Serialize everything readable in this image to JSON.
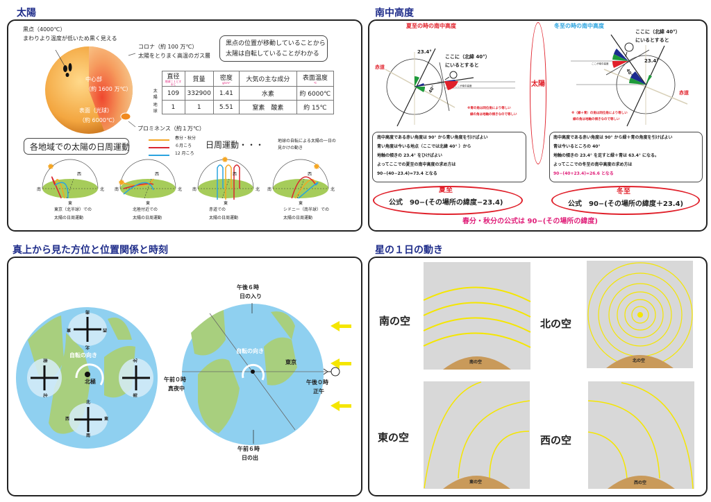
{
  "sun": {
    "title": "太陽",
    "sunspot_label": "黒点（4000℃）",
    "sunspot_desc": "まわりより温度が低いため黒く見える",
    "corona_label": "コロナ（約 100 万℃）",
    "corona_desc": "太陽をとりまく高温のガス層",
    "core_label": "中心部",
    "core_temp": "（約 1600 万℃）",
    "surface_label": "表面（光球）",
    "surface_temp": "（約 6000℃）",
    "prominence_label": "プロミネンス（約１万℃）",
    "rotation_note": [
      "黒点の位置が移動していることから",
      "太陽は自転していることがわかる"
    ],
    "table": {
      "headers": [
        "直径",
        "質量",
        "密度",
        "大気の主な成分",
        "表面温度"
      ],
      "header_notes": [
        "地球＝１とすると",
        "",
        "g/cm³",
        "",
        "℃"
      ],
      "rows": [
        {
          "label": "太陽",
          "cells": [
            "109",
            "332900",
            "1.41",
            "水素",
            "約 6000℃"
          ]
        },
        {
          "label": "地球",
          "cells": [
            "1",
            "1",
            "5.51",
            "窒素　酸素",
            "約 15℃"
          ]
        }
      ]
    },
    "diurnal_title": "各地域での太陽の日周運動",
    "legend": [
      {
        "label": "春分・秋分",
        "color": "#f5a623"
      },
      {
        "label": "６月ころ",
        "color": "#d9262f"
      },
      {
        "label": "12 月ころ",
        "color": "#2aa3df"
      }
    ],
    "diurnal_term": "日周運動・・・",
    "diurnal_def": [
      "地球の自転による太陽の一日の",
      "見かけの動き"
    ],
    "directions": {
      "south": "南",
      "north": "北",
      "west": "西",
      "east": "東"
    },
    "domes": [
      {
        "caption": [
          "東京（北半球）での",
          "太陽の日周運動"
        ]
      },
      {
        "caption": [
          "北極付近での",
          "太陽の日周運動"
        ]
      },
      {
        "caption": [
          "赤道での",
          "太陽の日周運動"
        ]
      },
      {
        "caption": [
          "シドニー（南半球）での",
          "太陽の日周運動"
        ]
      }
    ]
  },
  "culmination": {
    "title": "南中高度",
    "summer_title": "夏至の時の南中高度",
    "winter_title": "冬至の時の南中高度",
    "sun_label": "太陽",
    "equator": "赤道",
    "axis_angle": "23.4°",
    "lat_angle": "40°",
    "here": [
      "ここに（北緯 40°）",
      "にいるとすると"
    ],
    "here_culm": "ここが南中高度",
    "summer_note": [
      "※青の角は同位角により等しい",
      "緑の角は地軸の傾きなので等しい"
    ],
    "winter_note": [
      "※（緑＋青）の角は同位角により等しい",
      "緑の角は地軸の傾きなので等しい"
    ],
    "summer_text": [
      "南中高度である赤い角度は 90° から青い角度を引けばよい",
      "青い角度は今いる地点（ここでは北緯 40° ）から",
      "地軸の傾きの 23.4° をひけばよい",
      "よってここでの夏至の南中高度の求め方は",
      "90−(40−23.4)=73.4 となる"
    ],
    "winter_text": [
      "南中高度である赤い角度は 90° から緑＋青の角度を引けばよい",
      "青は今いるところの 40°",
      "地軸の傾きの 23.4° を足すと緑＋青は 63.4° になる。",
      "よってここでの冬至の南中高度の求め方は",
      "90−(40+23.4)=26.6 となる"
    ],
    "summer_label": "夏至",
    "summer_formula": "公式　90−(その場所の緯度−23.4)",
    "winter_label": "冬至",
    "winter_formula": "公式　90−(その場所の緯度＋23.4)",
    "equinox_formula": "春分・秋分の公式は 90−(その場所の緯度)"
  },
  "globe": {
    "title": "真上から見た方位と位置関係と時刻",
    "rotation": "自転の向き",
    "north_pole": "北極",
    "compass": {
      "n": "北",
      "s": "南",
      "e": "東",
      "w": "西"
    },
    "tokyo": "東京",
    "t_18": [
      "午後６時",
      "日の入り"
    ],
    "t_6": [
      "午前６時",
      "日の出"
    ],
    "t_0": [
      "午前０時",
      "真夜中"
    ],
    "t_12": [
      "午後０時",
      "正午"
    ]
  },
  "stars": {
    "title": "星の１日の動き",
    "skies": [
      {
        "label": "南の空",
        "ground": "南の空"
      },
      {
        "label": "北の空",
        "ground": "北の空"
      },
      {
        "label": "東の空",
        "ground": "東の空"
      },
      {
        "label": "西の空",
        "ground": "西の空"
      }
    ]
  },
  "colors": {
    "navy": "#1f2d8a",
    "red": "#e0202a",
    "pink": "#e0207a",
    "sky": "#8fd0f0",
    "land": "#a8cf7e",
    "star": "#f5ea00",
    "ground": "#c99a5a"
  }
}
